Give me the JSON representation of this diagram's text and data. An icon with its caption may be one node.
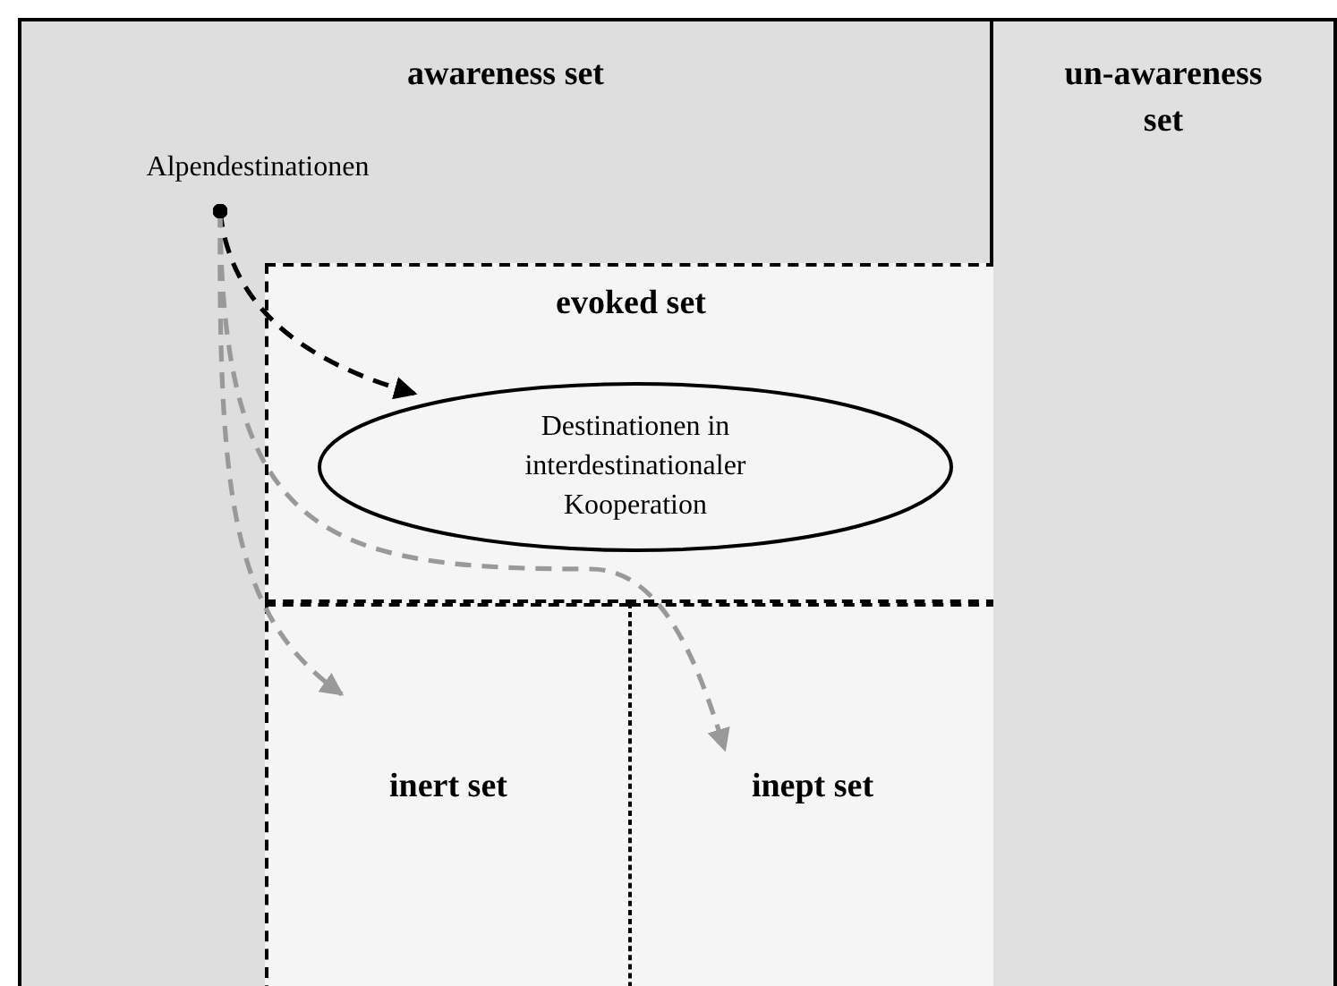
{
  "diagram": {
    "nodes": [
      {
        "text": [
          "awareness set"
        ]
      },
      {
        "text": [
          "un-awareness set"
        ]
      },
      {
        "text": [
          "Alpendestinationen"
        ],
        "in": 0
      },
      {
        "text": [
          "evoked set"
        ],
        "in": 0
      },
      {
        "text": [
          "Destinationen in interdestinationaler Kooperation"
        ],
        "in": 3
      },
      {
        "text": [
          "inert set"
        ],
        "in": 0
      },
      {
        "text": [
          "inept set"
        ],
        "in": 0
      }
    ],
    "edges": [
      {
        "from": 2,
        "to": 4,
        "arrow": "to",
        "style": "dashed",
        "color": "#000000"
      },
      {
        "from": 2,
        "to": 5,
        "arrow": "to",
        "style": "dashed",
        "color": "#999999"
      },
      {
        "from": 2,
        "to": 6,
        "arrow": "to",
        "style": "dashed",
        "color": "#999999"
      }
    ]
  }
}
